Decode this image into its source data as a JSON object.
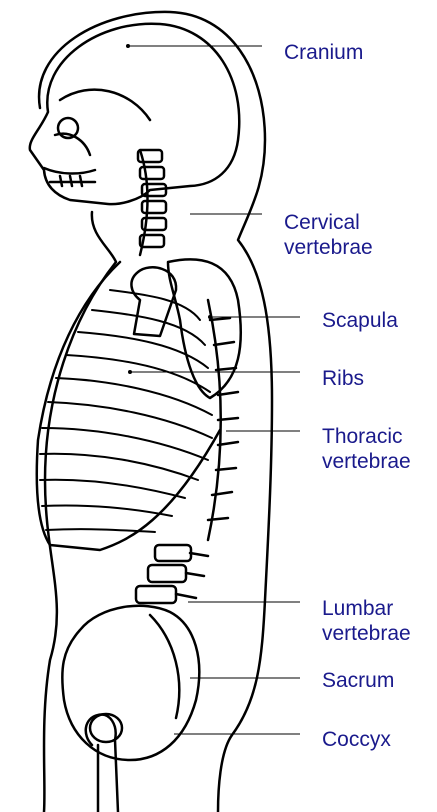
{
  "colors": {
    "label_text": "#1a1a8c",
    "line_art": "#000000",
    "background": "#ffffff"
  },
  "labels": {
    "cranium": "Cranium",
    "cervical_1": "Cervical",
    "cervical_2": "vertebrae",
    "scapula": "Scapula",
    "ribs": "Ribs",
    "thoracic_1": "Thoracic",
    "thoracic_2": "vertebrae",
    "lumbar_1": "Lumbar",
    "lumbar_2": "vertebrae",
    "sacrum": "Sacrum",
    "coccyx": "Coccyx"
  }
}
